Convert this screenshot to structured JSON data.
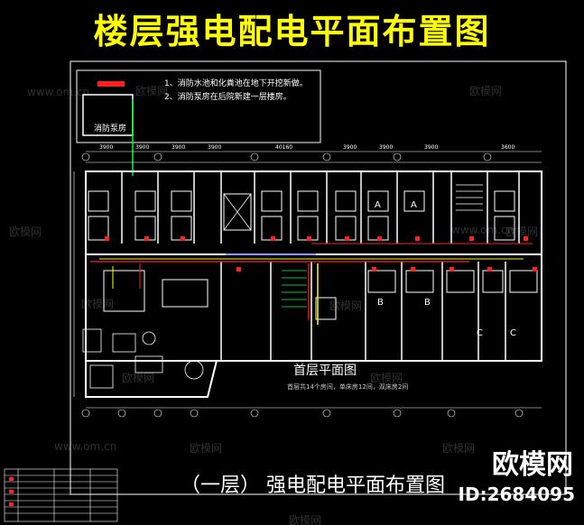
{
  "title": "楼层强电配电平面布置图",
  "subtitle": "（一层） 强电配电平面布置图",
  "plan_title": "首层平面图",
  "plan_note": "首层共14个房间，单床房12间，双床房2间",
  "notes": {
    "line1": "1、消防水池和化粪池在地下开挖新做。",
    "line2": "2、消防泵房在后院新建一层楼房。"
  },
  "pump_room": "消防泵房",
  "dimensions": {
    "top_total": "40160",
    "segments": [
      "3900",
      "3900",
      "3900",
      "3900",
      "3900",
      "3900",
      "3900",
      "3600"
    ]
  },
  "room_letters": [
    "A",
    "A",
    "B",
    "B",
    "C",
    "C"
  ],
  "logo": {
    "brand": "欧模网",
    "id": "ID:2684095"
  },
  "watermarks": {
    "brand": "欧模网",
    "site": "www.om.cn"
  },
  "colors": {
    "title": "#ffff00",
    "wall": "#ffffff",
    "red": "#ff2020",
    "green": "#00ff40",
    "yellow": "#ffff00",
    "blue": "#4060ff"
  }
}
